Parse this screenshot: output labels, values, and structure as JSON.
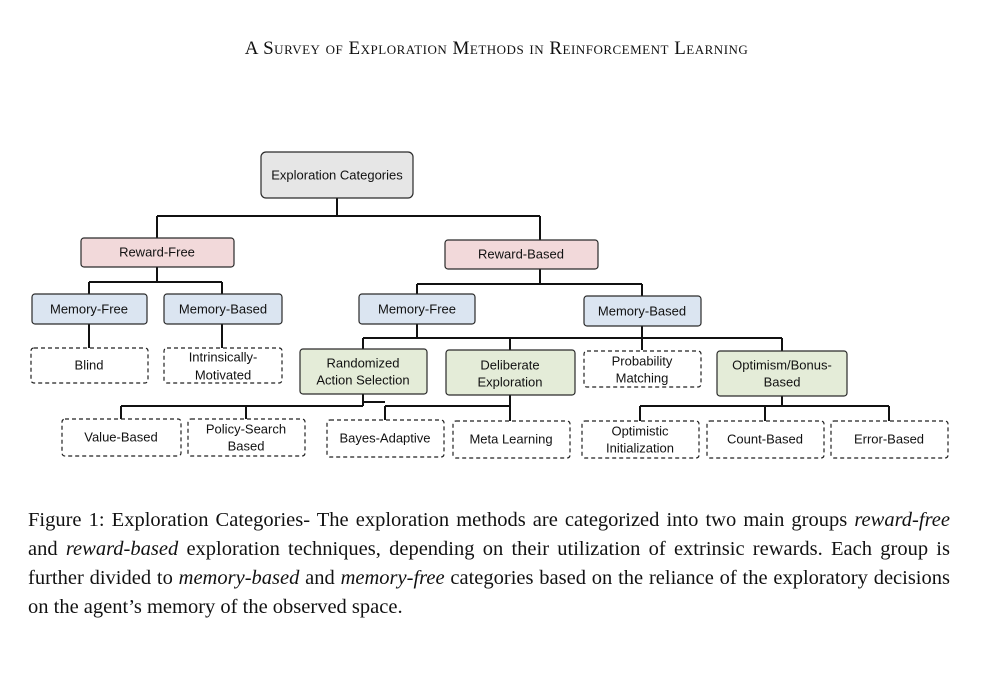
{
  "header": {
    "title": "A Survey of Exploration Methods in Reinforcement Learning"
  },
  "diagram": {
    "root": "Exploration Categories",
    "reward_free": {
      "label": "Reward-Free",
      "memory_free": {
        "label": "Memory-Free",
        "children": [
          "Blind"
        ]
      },
      "memory_based": {
        "label": "Memory-Based",
        "children": [
          [
            "Intrinsically-",
            "Motivated"
          ]
        ]
      }
    },
    "reward_based": {
      "label": "Reward-Based",
      "memory_free": {
        "label": "Memory-Free",
        "randomized": {
          "label": [
            "Randomized",
            "Action Selection"
          ],
          "children": [
            "Value-Based",
            [
              "Policy-Search",
              "Based"
            ]
          ]
        },
        "deliberate": {
          "label": [
            "Deliberate",
            "Exploration"
          ],
          "children": [
            "Bayes-Adaptive",
            "Meta Learning"
          ]
        }
      },
      "memory_based": {
        "label": "Memory-Based",
        "probability": {
          "label": [
            "Probability",
            "Matching"
          ]
        },
        "optimism": {
          "label": [
            "Optimism/Bonus-",
            "Based"
          ],
          "children": [
            [
              "Optimistic",
              "Initialization"
            ],
            "Count-Based",
            "Error-Based"
          ]
        }
      }
    },
    "colors": {
      "root": "#e6e6e6",
      "reward": "#f2d9da",
      "memory": "#dbe5f1",
      "method": "#e4ecd8",
      "leaf": "#ffffff"
    }
  },
  "caption": {
    "prefix": "Figure 1: Exploration Categories- The exploration methods are categorized into two main groups ",
    "em1": "reward-free",
    "mid1": " and ",
    "em2": "reward-based",
    "mid2": " exploration techniques, depending on their utilization of extrinsic rewards. Each group is further divided to ",
    "em3": "memory-based",
    "mid3": " and ",
    "em4": "memory-free",
    "suffix": " categories based on the reliance of the exploratory decisions on the agent’s memory of the observed space."
  }
}
